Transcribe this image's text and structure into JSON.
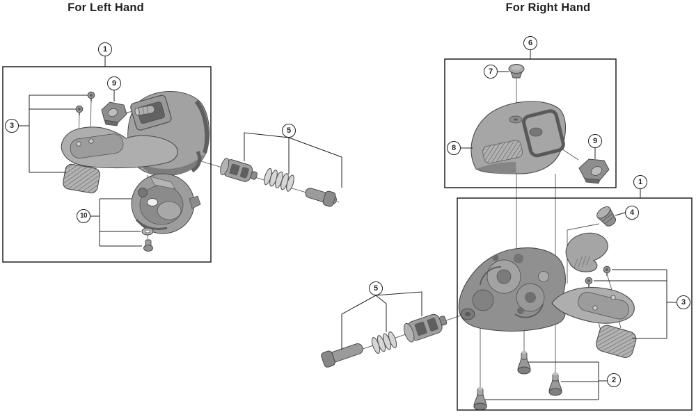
{
  "sections": {
    "left": {
      "title": "For Left Hand"
    },
    "right": {
      "title": "For Right Hand"
    }
  },
  "callouts": {
    "left": [
      "1",
      "9",
      "3",
      "10",
      "5"
    ],
    "right": [
      "6",
      "7",
      "8",
      "9",
      "1",
      "4",
      "3",
      "2",
      "5"
    ]
  },
  "colors": {
    "background": "#ffffff",
    "annotation": "#231f20",
    "part_highlight": "#c9c9c9",
    "part_fill": "#a0a0a0",
    "part_shadow": "#6f6f6f",
    "part_outline": "#4a4a4a"
  }
}
